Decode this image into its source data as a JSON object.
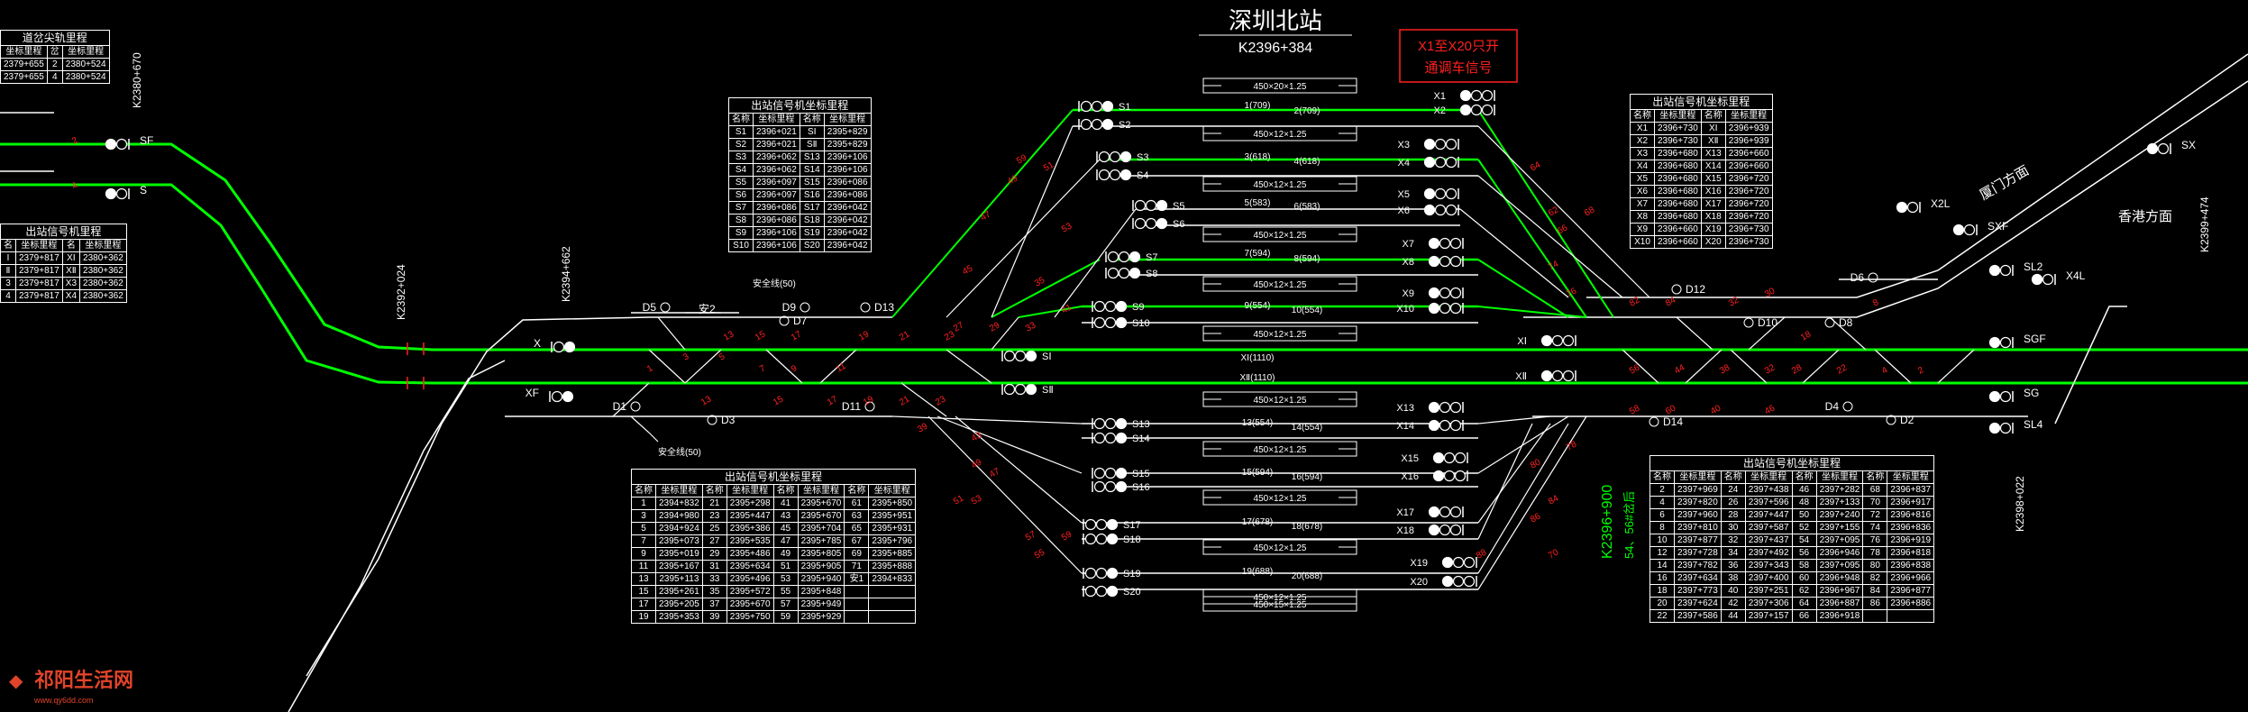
{
  "header": {
    "station": "深圳北站",
    "km": "K2396+384"
  },
  "notice": {
    "line1": "X1至X20只开",
    "line2": "通调车信号"
  },
  "directions": {
    "xiamen": "厦门方面",
    "hongkong": "香港方面"
  },
  "km_marks": {
    "k2380_670": "K2380+670",
    "k2392_024": "K2392+024",
    "k2394_662": "K2394+662",
    "k2399_474": "K2399+474",
    "k2398_022": "K2398+022",
    "k2396_900": "K2396+900",
    "note_54_56": "54、56#岔后"
  },
  "safety_lines": {
    "upper": "安全线(50)",
    "lower": "安全线(50)"
  },
  "tables": {
    "turnout_left": {
      "title": "道岔尖轨里程",
      "rows": [
        [
          "坐标里程",
          "岔",
          "坐标里程"
        ],
        [
          "2379+655",
          "2",
          "2380+524"
        ],
        [
          "2379+655",
          "4",
          "2380+524"
        ]
      ]
    },
    "entry_left": {
      "title": "出站信号机里程",
      "rows": [
        [
          "名",
          "坐标里程",
          "名",
          "坐标里程"
        ],
        [
          "Ⅰ",
          "2379+817",
          "XⅠ",
          "2380+362"
        ],
        [
          "Ⅱ",
          "2379+817",
          "XⅡ",
          "2380+362"
        ],
        [
          "3",
          "2379+817",
          "X3",
          "2380+362"
        ],
        [
          "4",
          "2379+817",
          "X4",
          "2380+362"
        ]
      ]
    },
    "exit_s": {
      "title": "出站信号机坐标里程",
      "rows": [
        [
          "名称",
          "坐标里程",
          "名称",
          "坐标里程"
        ],
        [
          "S1",
          "2396+021",
          "SⅠ",
          "2395+829"
        ],
        [
          "S2",
          "2396+021",
          "SⅡ",
          "2395+829"
        ],
        [
          "S3",
          "2396+062",
          "S13",
          "2396+106"
        ],
        [
          "S4",
          "2396+062",
          "S14",
          "2396+106"
        ],
        [
          "S5",
          "2396+097",
          "S15",
          "2396+086"
        ],
        [
          "S6",
          "2396+097",
          "S16",
          "2396+086"
        ],
        [
          "S7",
          "2396+086",
          "S17",
          "2396+042"
        ],
        [
          "S8",
          "2396+086",
          "S18",
          "2396+042"
        ],
        [
          "S9",
          "2396+106",
          "S19",
          "2396+042"
        ],
        [
          "S10",
          "2396+106",
          "S20",
          "2396+042"
        ]
      ]
    },
    "exit_x": {
      "title": "出站信号机坐标里程",
      "rows": [
        [
          "名称",
          "坐标里程",
          "名称",
          "坐标里程"
        ],
        [
          "X1",
          "2396+730",
          "XⅠ",
          "2396+939"
        ],
        [
          "X2",
          "2396+730",
          "XⅡ",
          "2396+939"
        ],
        [
          "X3",
          "2396+680",
          "X13",
          "2396+660"
        ],
        [
          "X4",
          "2396+680",
          "X14",
          "2396+660"
        ],
        [
          "X5",
          "2396+680",
          "X15",
          "2396+720"
        ],
        [
          "X6",
          "2396+680",
          "X16",
          "2396+720"
        ],
        [
          "X7",
          "2396+680",
          "X17",
          "2396+720"
        ],
        [
          "X8",
          "2396+680",
          "X18",
          "2396+720"
        ],
        [
          "X9",
          "2396+660",
          "X19",
          "2396+730"
        ],
        [
          "X10",
          "2396+660",
          "X20",
          "2396+730"
        ]
      ]
    },
    "switch_left": {
      "title": "出站信号机坐标里程",
      "rows": [
        [
          "名称",
          "坐标里程",
          "名称",
          "坐标里程",
          "名称",
          "坐标里程",
          "名称",
          "坐标里程"
        ],
        [
          "1",
          "2394+832",
          "21",
          "2395+298",
          "41",
          "2395+670",
          "61",
          "2395+850"
        ],
        [
          "3",
          "2394+980",
          "23",
          "2395+447",
          "43",
          "2395+670",
          "63",
          "2395+951"
        ],
        [
          "5",
          "2394+924",
          "25",
          "2395+386",
          "45",
          "2395+704",
          "65",
          "2395+931"
        ],
        [
          "7",
          "2395+073",
          "27",
          "2395+535",
          "47",
          "2395+785",
          "67",
          "2395+796"
        ],
        [
          "9",
          "2395+019",
          "29",
          "2395+486",
          "49",
          "2395+805",
          "69",
          "2395+885"
        ],
        [
          "11",
          "2395+167",
          "31",
          "2395+634",
          "51",
          "2395+905",
          "71",
          "2395+888"
        ],
        [
          "13",
          "2395+113",
          "33",
          "2395+496",
          "53",
          "2395+940",
          "安1",
          "2394+833"
        ],
        [
          "15",
          "2395+261",
          "35",
          "2395+572",
          "55",
          "2395+848",
          "",
          ""
        ],
        [
          "17",
          "2395+205",
          "37",
          "2395+670",
          "57",
          "2395+949",
          "",
          ""
        ],
        [
          "19",
          "2395+353",
          "39",
          "2395+750",
          "59",
          "2395+929",
          "",
          ""
        ]
      ]
    },
    "switch_right": {
      "title": "出站信号机坐标里程",
      "rows": [
        [
          "名称",
          "坐标里程",
          "名称",
          "坐标里程",
          "名称",
          "坐标里程",
          "名称",
          "坐标里程"
        ],
        [
          "2",
          "2397+969",
          "24",
          "2397+438",
          "46",
          "2397+282",
          "68",
          "2396+837"
        ],
        [
          "4",
          "2397+820",
          "26",
          "2397+596",
          "48",
          "2397+133",
          "70",
          "2396+917"
        ],
        [
          "6",
          "2397+960",
          "28",
          "2397+447",
          "50",
          "2397+240",
          "72",
          "2396+816"
        ],
        [
          "8",
          "2397+810",
          "30",
          "2397+587",
          "52",
          "2397+155",
          "74",
          "2396+836"
        ],
        [
          "10",
          "2397+877",
          "32",
          "2397+437",
          "54",
          "2397+095",
          "76",
          "2396+919"
        ],
        [
          "12",
          "2397+728",
          "34",
          "2397+492",
          "56",
          "2396+946",
          "78",
          "2396+818"
        ],
        [
          "14",
          "2397+782",
          "36",
          "2397+343",
          "58",
          "2397+095",
          "80",
          "2396+838"
        ],
        [
          "16",
          "2397+634",
          "38",
          "2397+400",
          "60",
          "2396+948",
          "82",
          "2396+966"
        ],
        [
          "18",
          "2397+773",
          "40",
          "2397+251",
          "62",
          "2396+967",
          "84",
          "2396+877"
        ],
        [
          "20",
          "2397+624",
          "42",
          "2397+306",
          "64",
          "2396+887",
          "86",
          "2396+886"
        ],
        [
          "22",
          "2397+586",
          "44",
          "2397+157",
          "66",
          "2396+918",
          "",
          ""
        ]
      ]
    }
  },
  "platforms": [
    {
      "label": "450×20×1.25"
    },
    {
      "label": "450×12×1.25"
    },
    {
      "label": "450×12×1.25"
    },
    {
      "label": "450×12×1.25"
    },
    {
      "label": "450×12×1.25"
    },
    {
      "label": "450×12×1.25"
    },
    {
      "label": "450×12×1.25"
    },
    {
      "label": "450×12×1.25"
    },
    {
      "label": "450×12×1.25"
    },
    {
      "label": "450×12×1.25"
    },
    {
      "label": "450×12×1.25"
    },
    {
      "label": "450×15×1.25"
    }
  ],
  "track_labels": [
    {
      "l": "1(709)",
      "r": "2(709)"
    },
    {
      "l": "3(618)",
      "r": "4(618)"
    },
    {
      "l": "5(583)",
      "r": "6(583)"
    },
    {
      "l": "7(594)",
      "r": "8(594)"
    },
    {
      "l": "9(554)",
      "r": "10(554)"
    },
    {
      "l": "XⅠ(1110)",
      "r": ""
    },
    {
      "l": "XⅡ(1110)",
      "r": ""
    },
    {
      "l": "13(554)",
      "r": "14(554)"
    },
    {
      "l": "15(594)",
      "r": "16(594)"
    },
    {
      "l": "17(678)",
      "r": "18(678)"
    },
    {
      "l": "19(688)",
      "r": "20(688)"
    }
  ],
  "signals_left": [
    "S1",
    "S2",
    "S3",
    "S4",
    "S5",
    "S6",
    "S7",
    "S8",
    "S9",
    "S10",
    "SⅠ",
    "SⅡ",
    "S13",
    "S14",
    "S15",
    "S16",
    "S17",
    "S18",
    "S19",
    "S20"
  ],
  "signals_right": [
    "X1",
    "X2",
    "X3",
    "X4",
    "X5",
    "X6",
    "X7",
    "X8",
    "X9",
    "X10",
    "XⅠ",
    "XⅡ",
    "X13",
    "X14",
    "X15",
    "X16",
    "X17",
    "X18",
    "X19",
    "X20"
  ],
  "misc_signals": {
    "x": "X",
    "xf": "XF",
    "sf": "SF",
    "s": "S",
    "sgf": "SGF",
    "sg": "SG",
    "sl2": "SL2",
    "sl4": "SL4",
    "sxf": "SXF",
    "sx": "SX",
    "x2l": "X2L",
    "x4l": "X4L",
    "d1": "D1",
    "d3": "D3",
    "d5": "D5",
    "d7": "D7",
    "d9": "D9",
    "d11": "D11",
    "d13": "D13",
    "d2": "D2",
    "d4": "D4",
    "d6": "D6",
    "d8": "D8",
    "d10": "D10",
    "d12": "D12",
    "d14": "D14",
    "an2": "安2"
  },
  "lower_left_labels": [
    "Ⅰ",
    "Ⅱ",
    "3",
    "4"
  ],
  "watermark": {
    "text": "祁阳生活网",
    "sub": "www.qy6dd.com"
  },
  "colors": {
    "background": "#000000",
    "main_track": "#00ff00",
    "line": "#ffffff",
    "red": "#ff2020",
    "signal": "#ffffff"
  }
}
